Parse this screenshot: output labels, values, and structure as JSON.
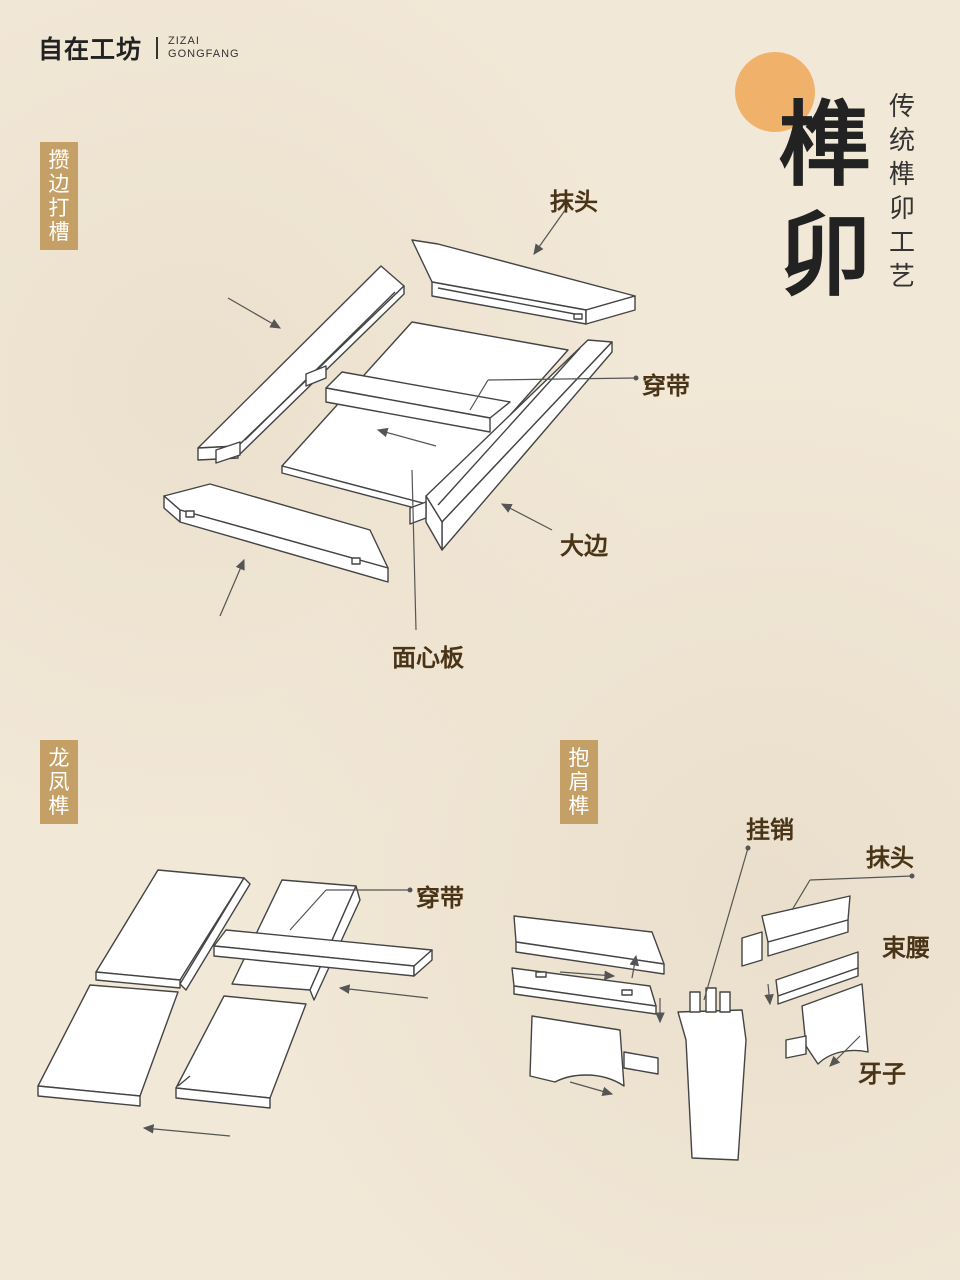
{
  "brand": {
    "name_cn": "自在工坊",
    "name_en_line1": "ZIZAI",
    "name_en_line2": "GONGFANG"
  },
  "title": {
    "chars": [
      "榫",
      "卯"
    ]
  },
  "subtitle": {
    "chars": [
      "传",
      "统",
      "榫",
      "卯",
      "工",
      "艺"
    ]
  },
  "colors": {
    "background": "#f2e8d7",
    "sun": "#f0b26a",
    "tag": "#c4a067",
    "label": "#4a3418"
  },
  "sections": {
    "cuanbian": {
      "tag": [
        "攒",
        "边",
        "打",
        "槽"
      ],
      "labels": {
        "motou": "抹头",
        "chuandai": "穿带",
        "dabian": "大边",
        "mianxinban": "面心板"
      }
    },
    "longfeng": {
      "tag": [
        "龙",
        "凤",
        "榫"
      ],
      "labels": {
        "chuandai": "穿带"
      }
    },
    "baojian": {
      "tag": [
        "抱",
        "肩",
        "榫"
      ],
      "labels": {
        "guaxiao": "挂销",
        "motou": "抹头",
        "shuyao": "束腰",
        "yazi": "牙子"
      }
    }
  }
}
